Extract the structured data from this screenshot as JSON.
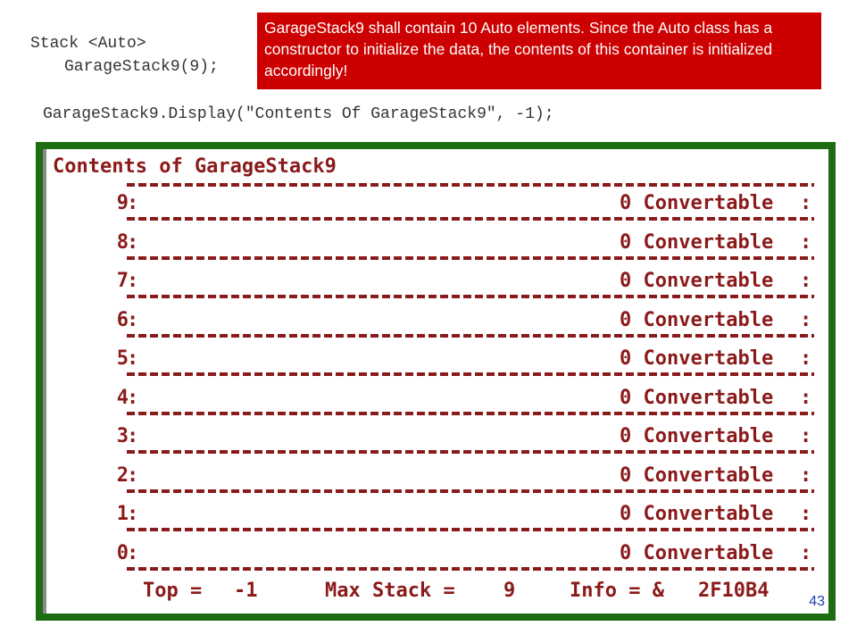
{
  "code": {
    "line1": "Stack <Auto>",
    "line2": "GarageStack9(9);",
    "line3": "GarageStack9.Display(\"Contents Of GarageStack9\", -1);"
  },
  "callout": {
    "text": "GarageStack9 shall contain 10 Auto elements. Since the Auto class has a constructor to initialize the data, the contents of this container is initialized accordingly!"
  },
  "console": {
    "title": "Contents of GarageStack9",
    "rows": [
      {
        "index": "9",
        "sep": ":",
        "value": "0 Convertable",
        "end": ":"
      },
      {
        "index": "8",
        "sep": ":",
        "value": "0 Convertable",
        "end": ":"
      },
      {
        "index": "7",
        "sep": ":",
        "value": "0 Convertable",
        "end": ":"
      },
      {
        "index": "6",
        "sep": ":",
        "value": "0 Convertable",
        "end": ":"
      },
      {
        "index": "5",
        "sep": ":",
        "value": "0 Convertable",
        "end": ":"
      },
      {
        "index": "4",
        "sep": ":",
        "value": "0 Convertable",
        "end": ":"
      },
      {
        "index": "3",
        "sep": ":",
        "value": "0 Convertable",
        "end": ":"
      },
      {
        "index": "2",
        "sep": ":",
        "value": "0 Convertable",
        "end": ":"
      },
      {
        "index": "1",
        "sep": ":",
        "value": "0 Convertable",
        "end": ":"
      },
      {
        "index": "0",
        "sep": ":",
        "value": "0 Convertable",
        "end": ":"
      }
    ],
    "footer": {
      "top_label": "Top =",
      "top_value": "-1",
      "max_label": "Max Stack =",
      "max_value": "9",
      "info_label": "Info = &",
      "info_value": "2F10B4"
    }
  },
  "page_number": "43",
  "colors": {
    "callout_bg": "#cc0000",
    "frame": "#1f6d12",
    "console_text": "#8b1a1a",
    "page_number": "#1f3fb0"
  }
}
